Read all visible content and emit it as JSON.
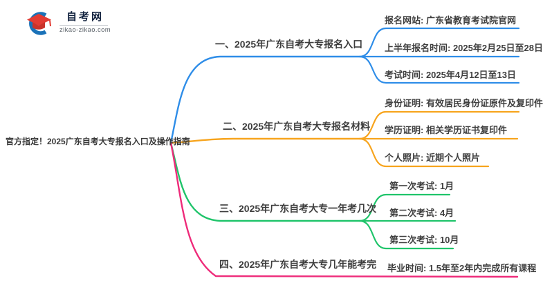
{
  "logo": {
    "name": "自考网",
    "domain": "zikao-zikao.com",
    "icon_blue": "#1a72b8",
    "icon_red": "#e23b33"
  },
  "center": {
    "title": "官方指定！2025广东自考大专报名入口及操作指南"
  },
  "branches": [
    {
      "label": "一、2025年广东自考大专报名入口",
      "color": "#2e8de8",
      "children": [
        "报名网站: 广东省教育考试院官网",
        "上半年报名时间: 2025年2月25日至28日",
        "考试时间: 2025年4月12日至13日"
      ]
    },
    {
      "label": "二、2025年广东自考大专报名材料",
      "color": "#f7a41d",
      "children": [
        "身份证明: 有效居民身份证原件及复印件",
        "学历证明: 相关学历证书复印件",
        "个人照片: 近期个人照片"
      ]
    },
    {
      "label": "三、2025年广东自考大专一年考几次",
      "color": "#1fc46a",
      "children": [
        "第一次考试: 1月",
        "第二次考试: 4月",
        "第三次考试: 10月"
      ]
    },
    {
      "label": "四、2025年广东自考大专几年能考完",
      "color": "#ee2b7a",
      "children": [
        "毕业时间: 1.5年至2年内完成所有课程"
      ]
    }
  ]
}
